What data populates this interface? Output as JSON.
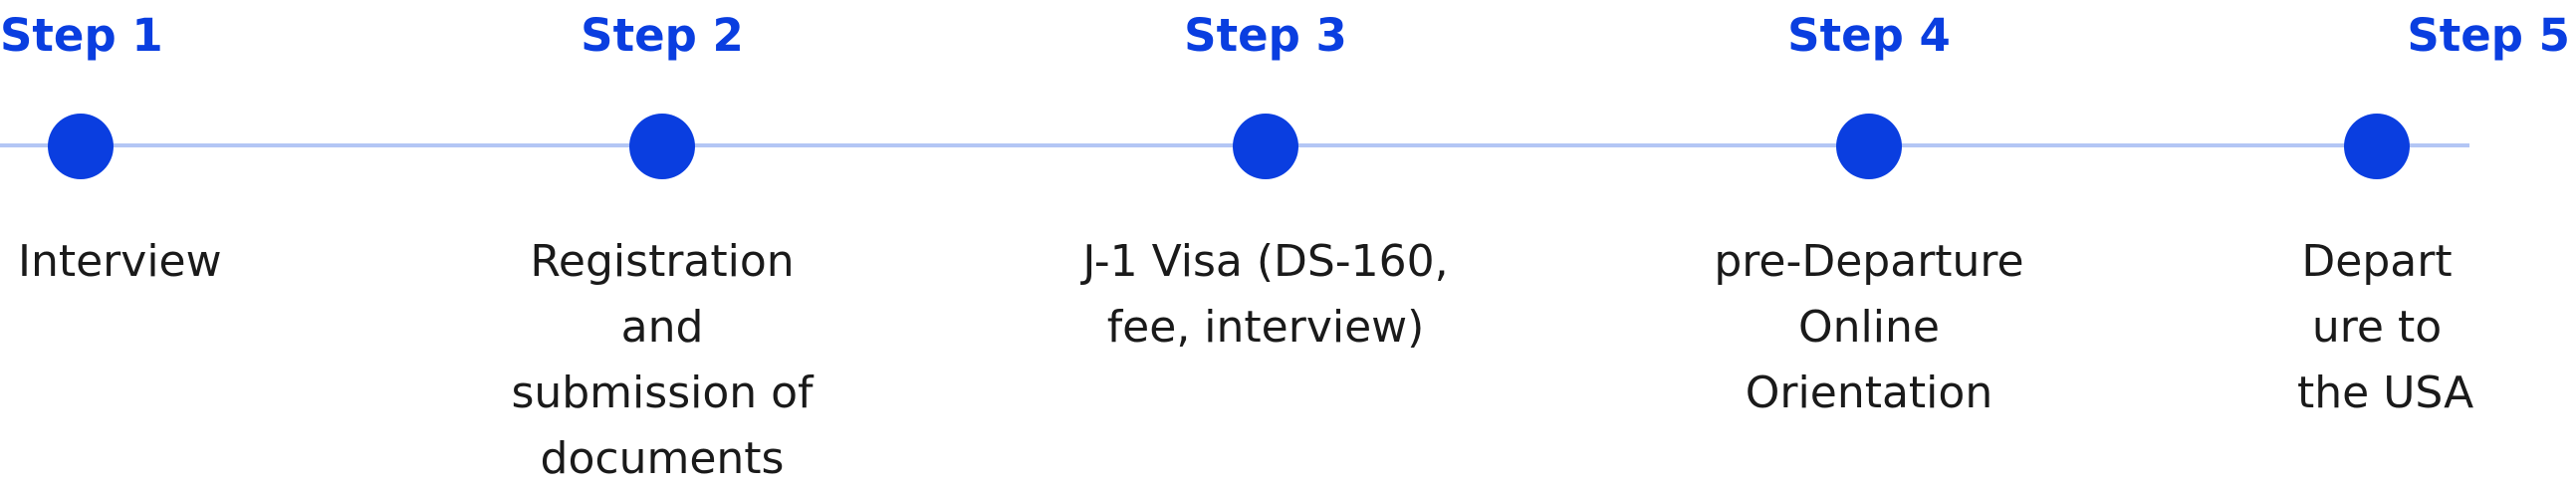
{
  "steps": [
    {
      "title": "Step 1",
      "lines": [
        "Interview"
      ]
    },
    {
      "title": "Step 2",
      "lines": [
        "Registration",
        "and",
        "submission of",
        "documents"
      ]
    },
    {
      "title": "Step 3",
      "lines": [
        "J-1 Visa (DS-160,",
        "fee, interview)"
      ]
    },
    {
      "title": "Step 4",
      "lines": [
        "pre-Departure",
        "Online",
        "Orientation"
      ]
    },
    {
      "title": "Step 5",
      "lines": [
        "Depart",
        "ure to",
        "the USA"
      ]
    }
  ],
  "colors": {
    "accent": "#0a3ee0",
    "track": "#b3c6f5",
    "text": "#1a1a1a"
  }
}
